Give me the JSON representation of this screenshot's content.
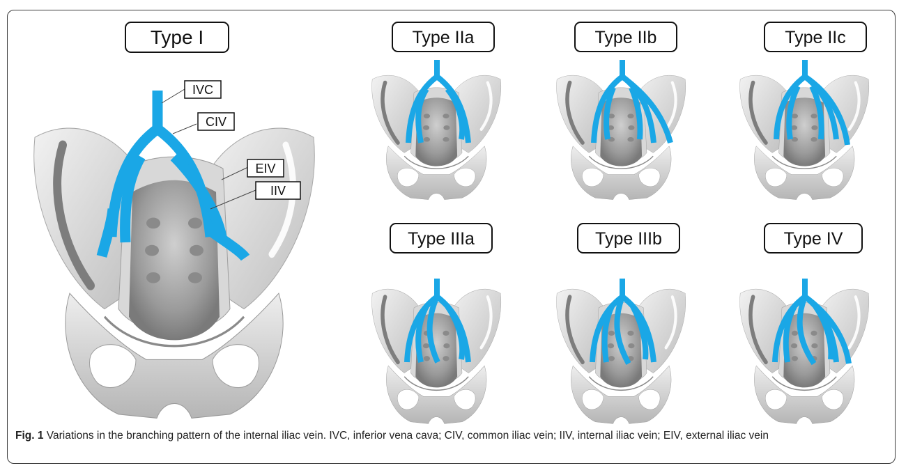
{
  "panels": [
    {
      "id": "type-1",
      "title": "Type I"
    },
    {
      "id": "type-2a",
      "title": "Type IIa"
    },
    {
      "id": "type-2b",
      "title": "Type IIb"
    },
    {
      "id": "type-2c",
      "title": "Type IIc"
    },
    {
      "id": "type-3a",
      "title": "Type IIIa"
    },
    {
      "id": "type-3b",
      "title": "Type IIIb"
    },
    {
      "id": "type-4",
      "title": "Type IV"
    }
  ],
  "vessel_labels": {
    "ivc": "IVC",
    "civ": "CIV",
    "eiv": "EIV",
    "iiv": "IIV"
  },
  "caption": {
    "lead": "Fig. 1",
    "text": " Variations in the branching pattern of the internal iliac vein. IVC, inferior vena cava; CIV, common iliac vein; IIV, internal iliac vein; EIV, external iliac vein"
  },
  "colors": {
    "vein": "#1aa7e6",
    "bone_light": "#e9e9e9",
    "bone_mid": "#c9c9c9",
    "bone_dark": "#8c8c8c",
    "label_border": "#111111"
  }
}
